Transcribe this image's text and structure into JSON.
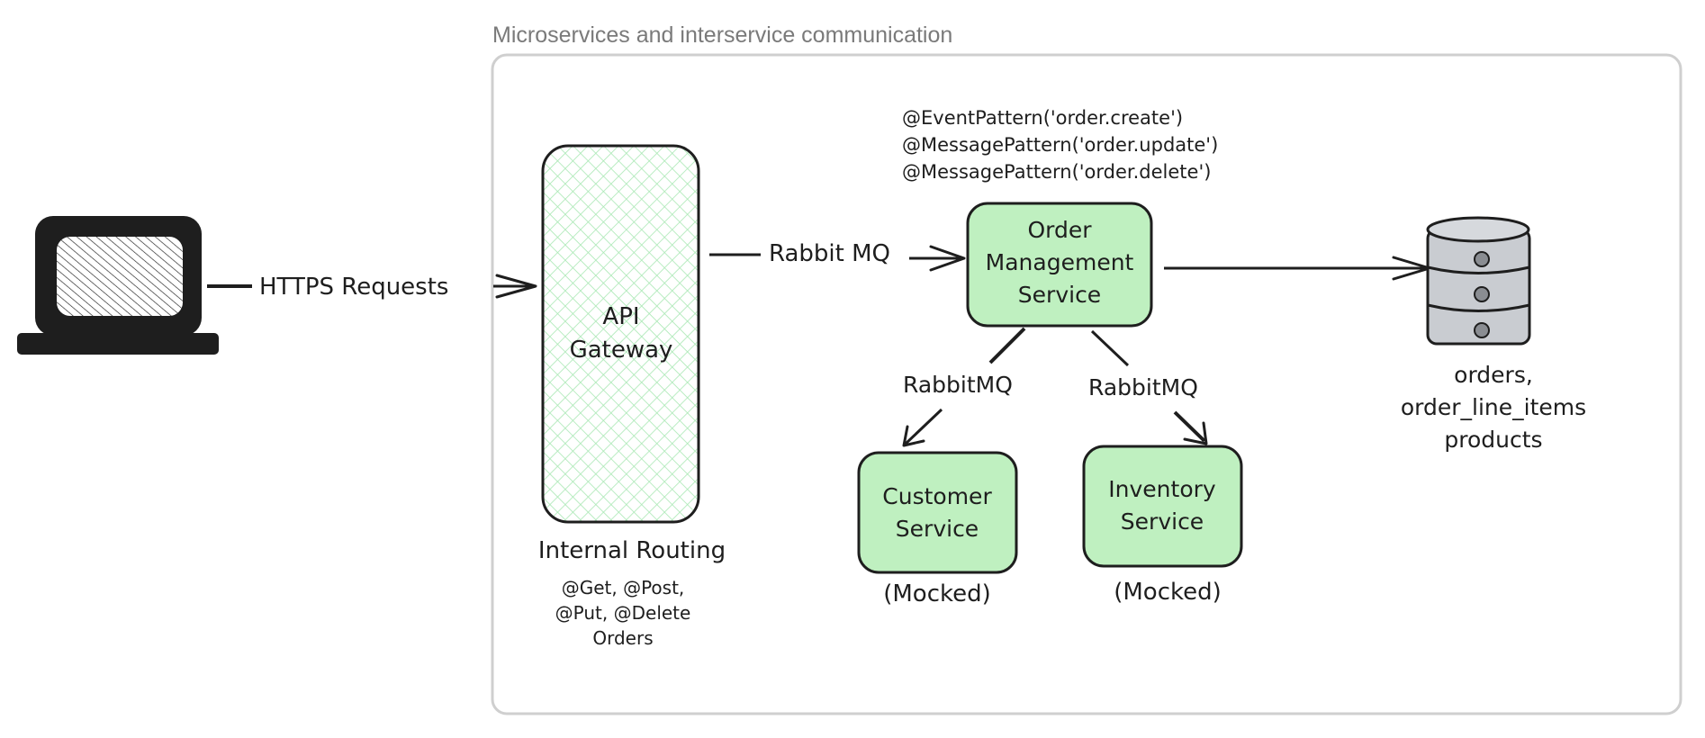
{
  "frame": {
    "title": "Microservices and interservice communication"
  },
  "client": {
    "icon": "laptop-icon",
    "arrow_label": "HTTPS Requests"
  },
  "gateway": {
    "label_line1": "API",
    "label_line2": "Gateway",
    "routing_title": "Internal Routing",
    "routing_line1": "@Get, @Post,",
    "routing_line2": "@Put, @Delete",
    "routing_line3": "Orders"
  },
  "gateway_to_order": {
    "label": "Rabbit MQ"
  },
  "order_service": {
    "patterns": [
      "@EventPattern('order.create')",
      "@MessagePattern('order.update')",
      "@MessagePattern('order.delete')"
    ],
    "label_line1": "Order",
    "label_line2": "Management",
    "label_line3": "Service"
  },
  "customer_service": {
    "link_label": "RabbitMQ",
    "label_line1": "Customer",
    "label_line2": "Service",
    "note": "(Mocked)"
  },
  "inventory_service": {
    "link_label": "RabbitMQ",
    "label_line1": "Inventory",
    "label_line2": "Service",
    "note": "(Mocked)"
  },
  "database": {
    "icon": "database-icon",
    "tables_line1": "orders,",
    "tables_line2": "order_line_items",
    "tables_line3": "products"
  },
  "colors": {
    "service_fill": "#bff0c0",
    "hatch": "#a9e8b4",
    "stroke": "#1e1e1e",
    "frame": "#cfcfcf",
    "frame_title": "#7a7a7a",
    "db_fill": "#c9ccd1"
  }
}
